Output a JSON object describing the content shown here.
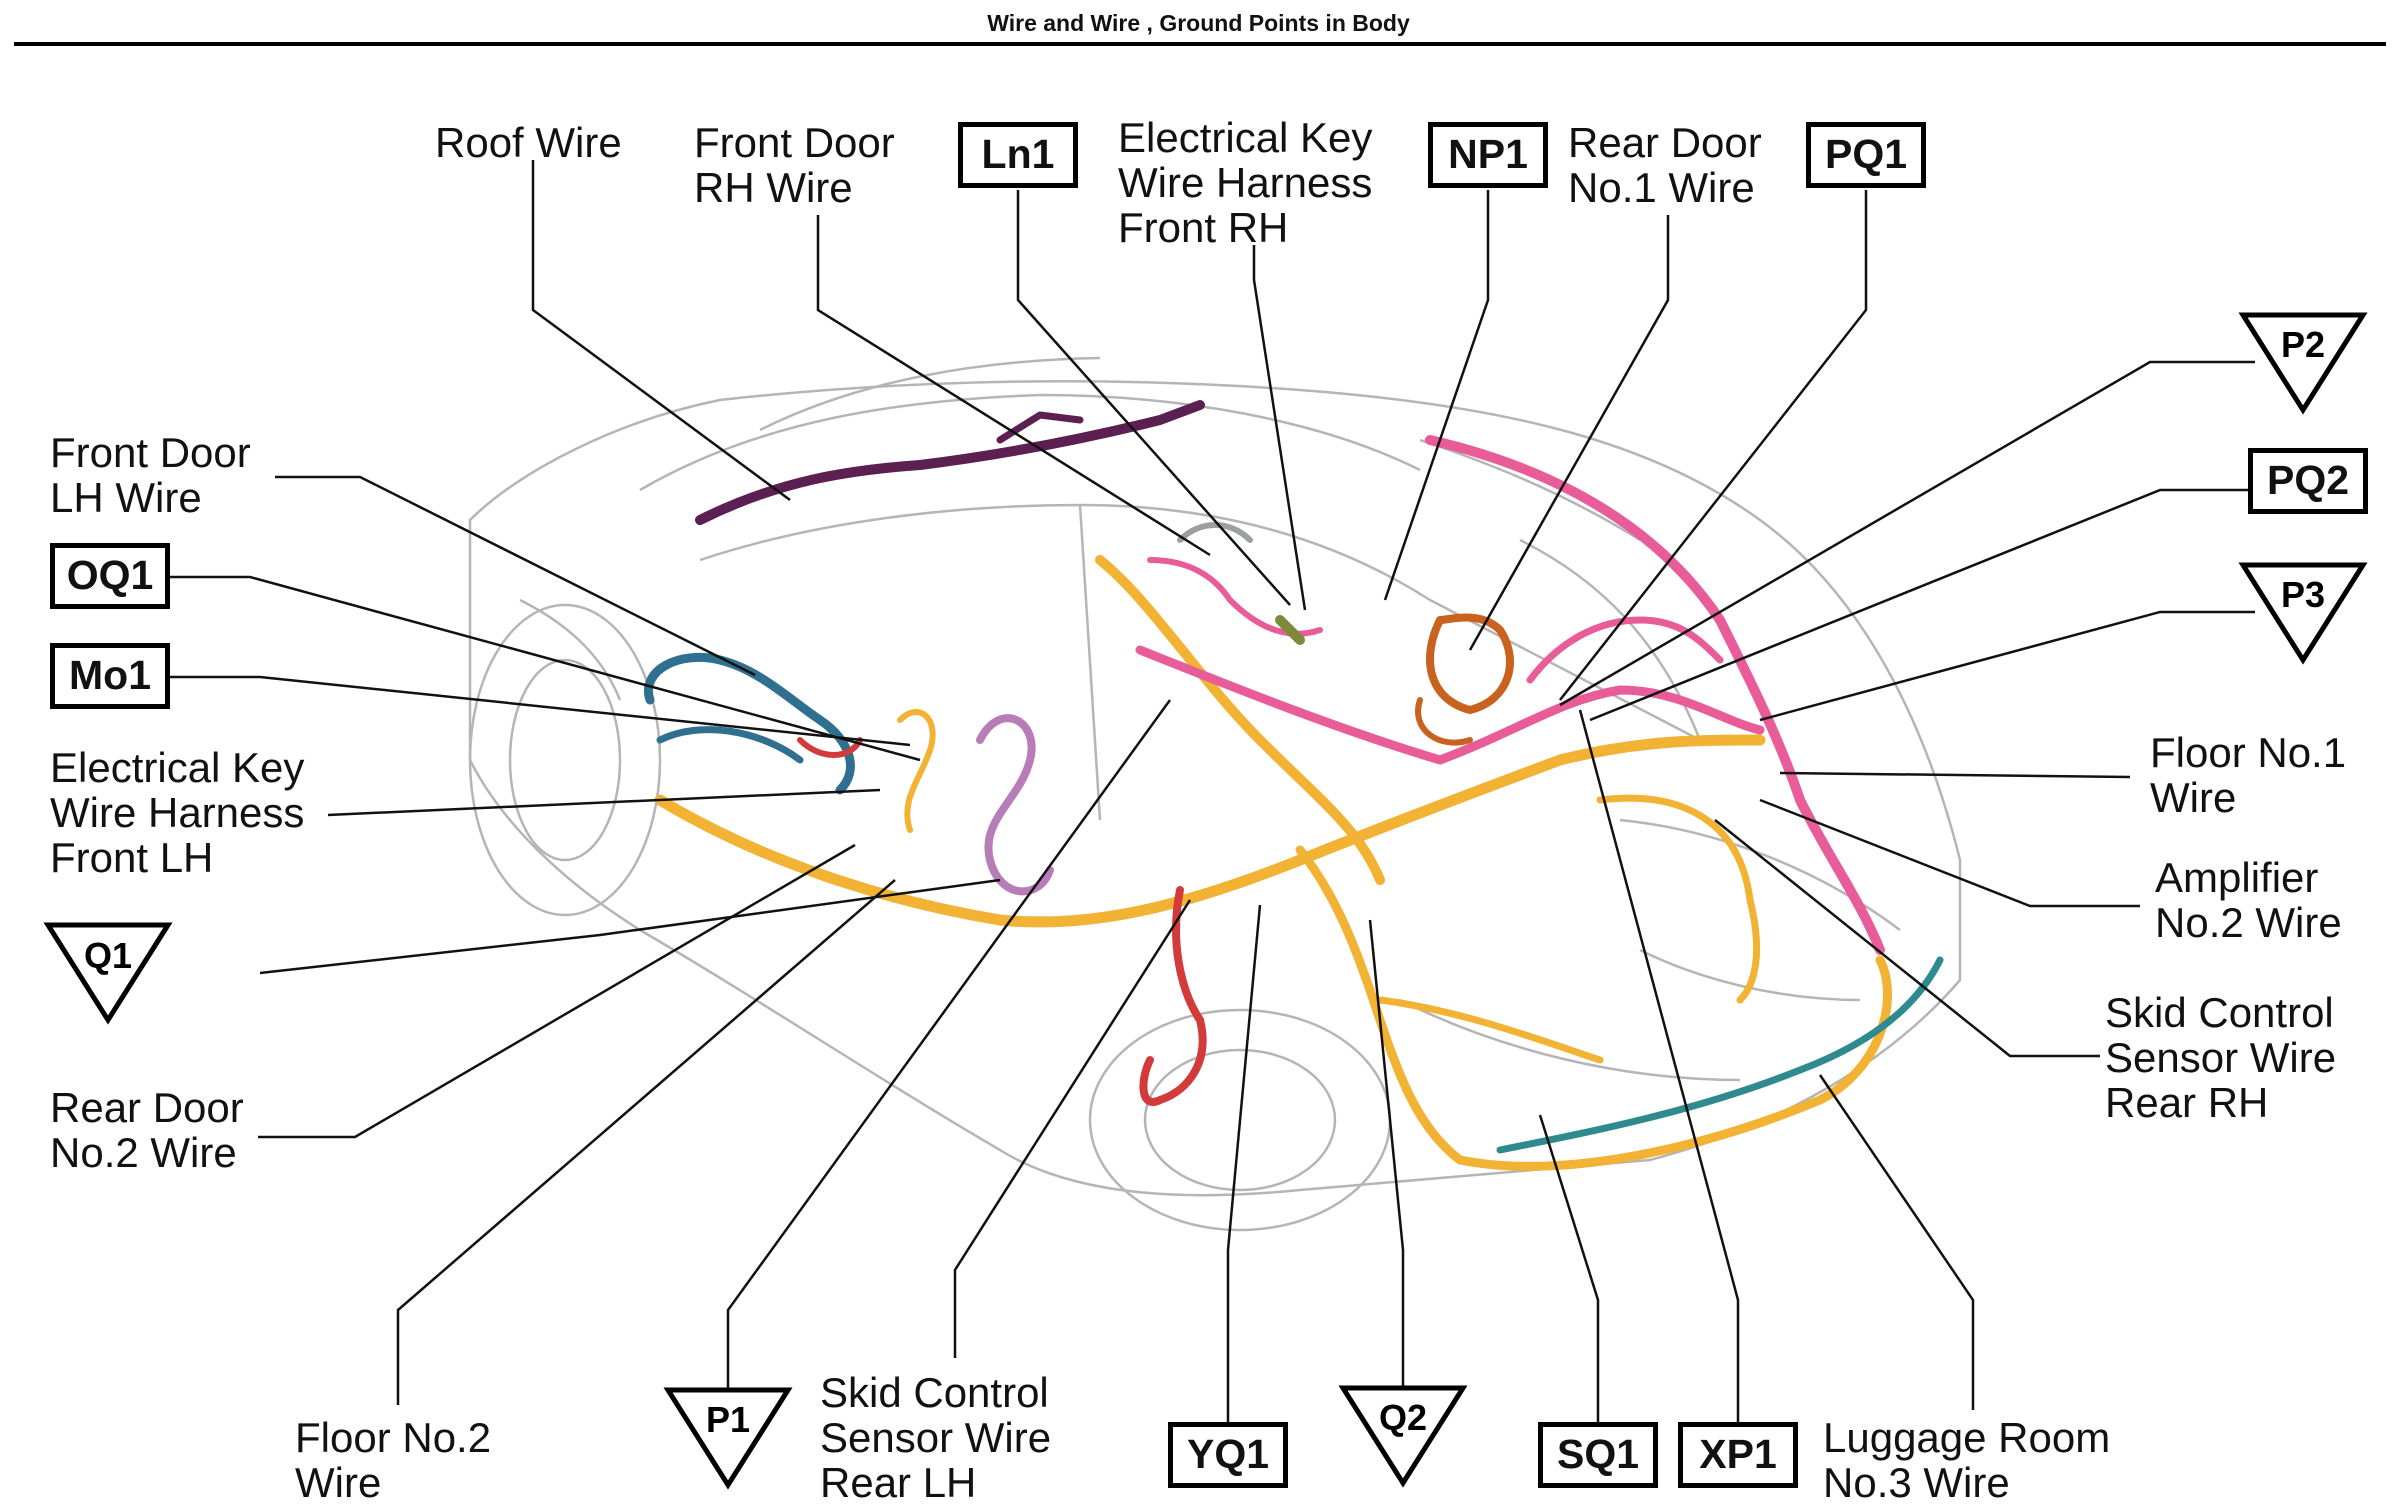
{
  "header": {
    "title": "Wire and Wire , Ground Points in Body"
  },
  "labels": {
    "roof_wire": "Roof Wire",
    "front_door_rh": "Front Door\nRH Wire",
    "ek_front_rh": "Electrical Key\nWire Harness\nFront RH",
    "rear_door_no1": "Rear Door\nNo.1 Wire",
    "front_door_lh": "Front Door\nLH Wire",
    "ek_front_lh": "Electrical Key\nWire Harness\nFront LH",
    "rear_door_no2": "Rear Door\nNo.2 Wire",
    "floor_no2": "Floor No.2\nWire",
    "skid_rear_lh": "Skid Control\nSensor Wire\nRear LH",
    "luggage_no3": "Luggage Room\nNo.3 Wire",
    "floor_no1": "Floor No.1\nWire",
    "amp_no2": "Amplifier\nNo.2 Wire",
    "skid_rear_rh": "Skid Control\nSensor Wire\nRear RH"
  },
  "ground_boxes": {
    "ln1": "Ln1",
    "np1": "NP1",
    "pq1": "PQ1",
    "pq2": "PQ2",
    "oq1": "OQ1",
    "mo1": "Mo1",
    "yq1": "YQ1",
    "sq1": "SQ1",
    "xp1": "XP1"
  },
  "ground_triangles": {
    "p2": "P2",
    "p3": "P3",
    "q1": "Q1",
    "p1": "P1",
    "q2": "Q2"
  },
  "colors": {
    "orange_yellow": "#F2B233",
    "pink": "#E85C9A",
    "purple": "#5B1F52",
    "teal": "#2E8A8E",
    "blue_teal": "#2F6F8F",
    "red": "#D33A3A",
    "brown_orange": "#C8621E",
    "lavender": "#B87CB8",
    "olive": "#7C8A3A",
    "line": "#111111",
    "car_outline": "#B5B5B5"
  }
}
